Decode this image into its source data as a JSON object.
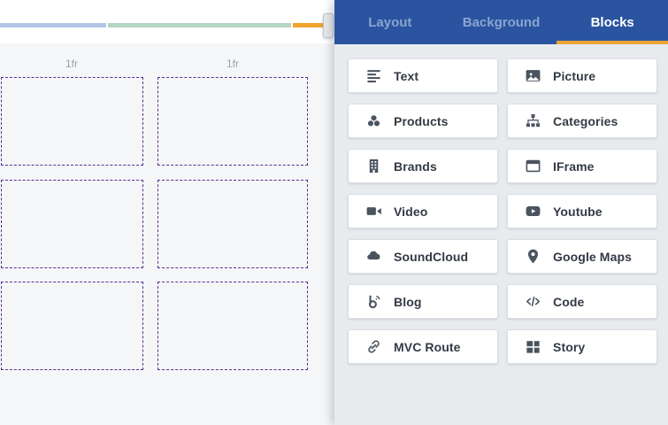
{
  "canvas": {
    "column_labels": [
      "1fr",
      "1fr"
    ],
    "grid": {
      "columns": 2,
      "rows": 3
    },
    "slider": {
      "segments": [
        {
          "name": "segment-blue",
          "color": "#b2c6e8"
        },
        {
          "name": "segment-green",
          "color": "#b5d4c6"
        },
        {
          "name": "segment-orange",
          "color": "#f0a32e"
        }
      ],
      "handle": {
        "color": "#e6e9ec"
      }
    }
  },
  "panel": {
    "tabs": [
      {
        "label": "Layout",
        "active": false
      },
      {
        "label": "Background",
        "active": false
      },
      {
        "label": "Blocks",
        "active": true
      }
    ],
    "active_tab_underline_color": "#e9a435",
    "header_color": "#2a54a0",
    "blocks": [
      {
        "label": "Text",
        "icon": "text-icon"
      },
      {
        "label": "Picture",
        "icon": "picture-icon"
      },
      {
        "label": "Products",
        "icon": "products-icon"
      },
      {
        "label": "Categories",
        "icon": "categories-icon"
      },
      {
        "label": "Brands",
        "icon": "brands-icon"
      },
      {
        "label": "IFrame",
        "icon": "iframe-icon"
      },
      {
        "label": "Video",
        "icon": "video-icon"
      },
      {
        "label": "Youtube",
        "icon": "youtube-icon"
      },
      {
        "label": "SoundCloud",
        "icon": "soundcloud-icon"
      },
      {
        "label": "Google Maps",
        "icon": "google-maps-icon"
      },
      {
        "label": "Blog",
        "icon": "blog-icon"
      },
      {
        "label": "Code",
        "icon": "code-icon"
      },
      {
        "label": "MVC Route",
        "icon": "mvc-route-icon"
      },
      {
        "label": "Story",
        "icon": "story-icon"
      }
    ],
    "colors": {
      "panel_background": "#e8ebee",
      "canvas_background": "#f5f6f8",
      "grid_dash": "#5b2e90",
      "card_text": "#333a45"
    }
  }
}
